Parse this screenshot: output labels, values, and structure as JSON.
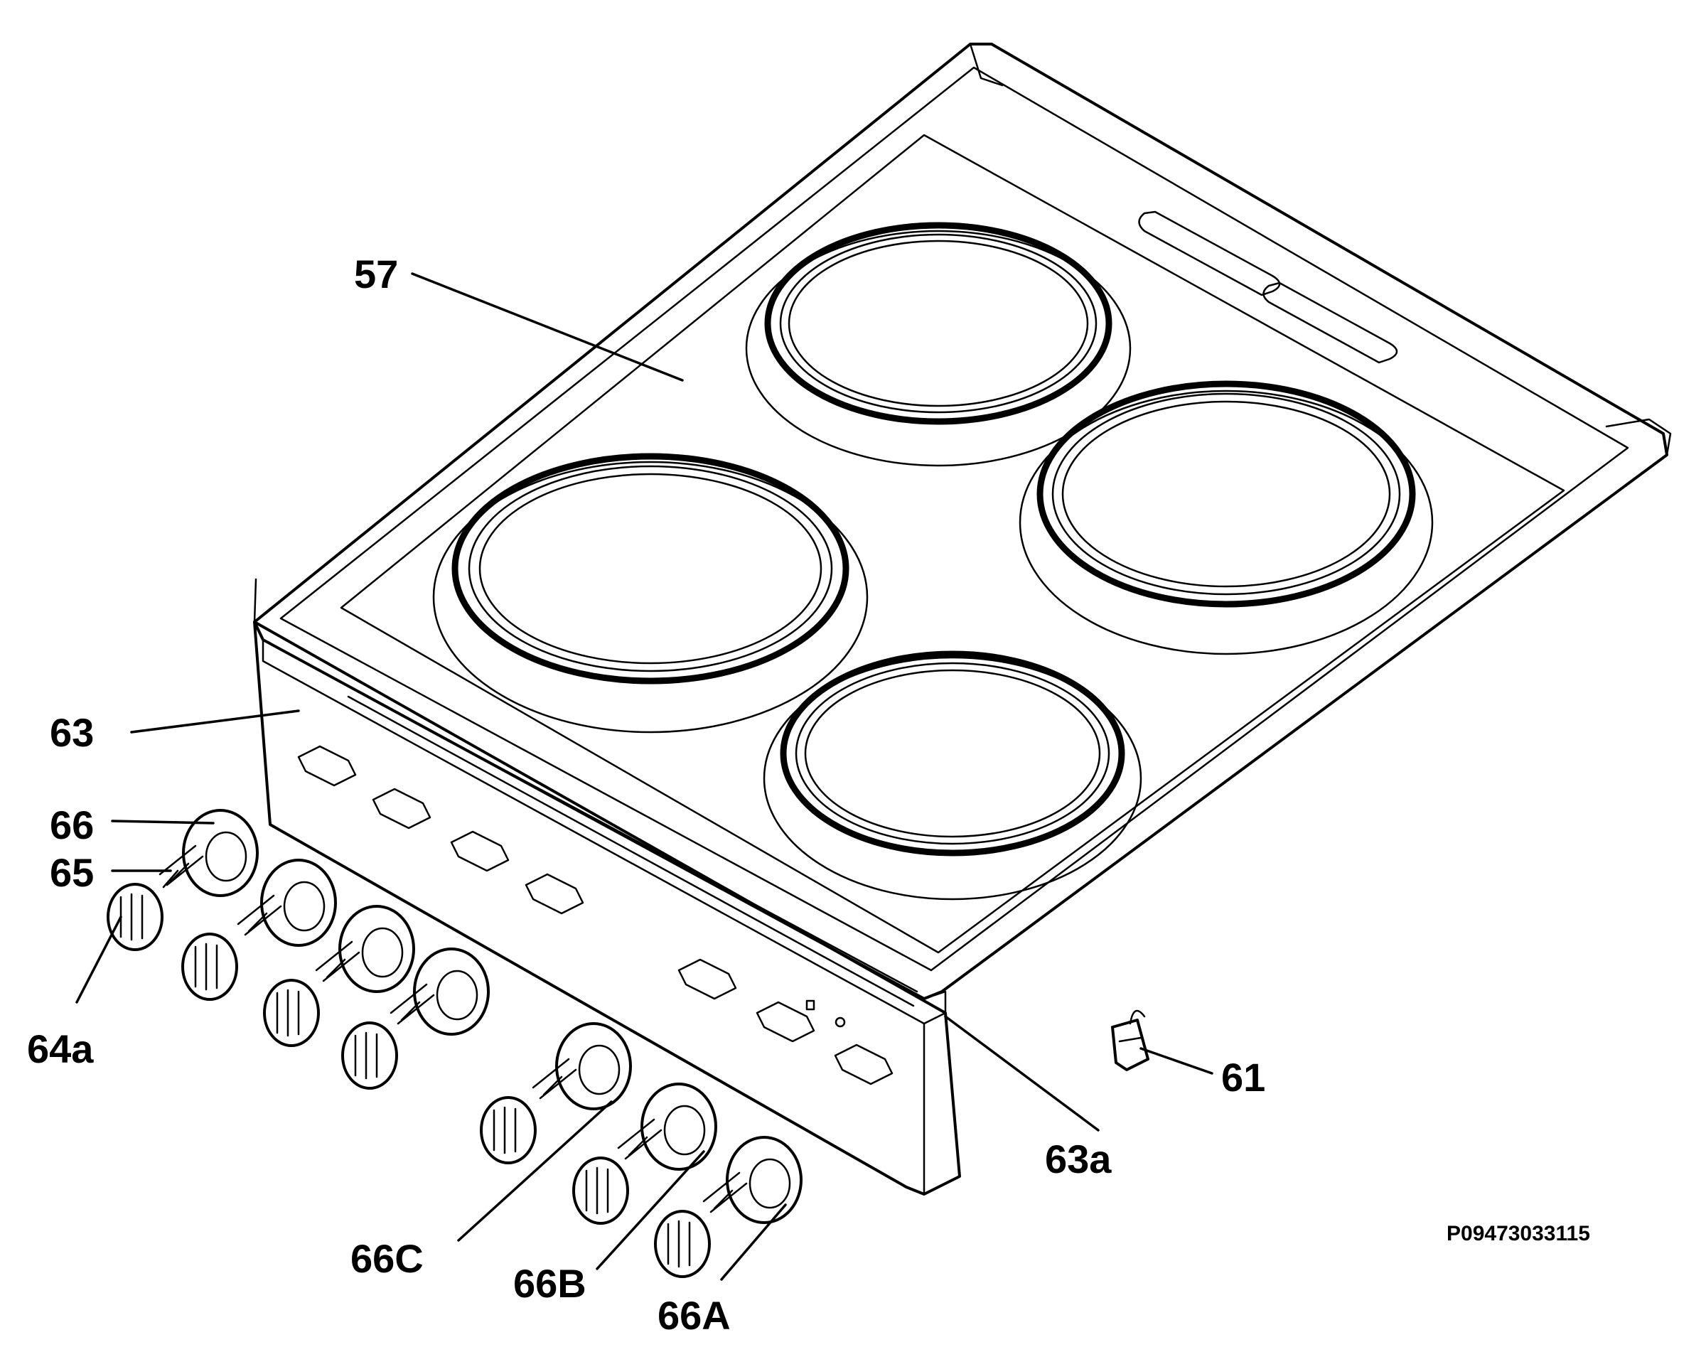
{
  "diagram": {
    "reference_code": "P09473033115",
    "labels": {
      "p57": "57",
      "p63": "63",
      "p66": "66",
      "p65": "65",
      "p64a": "64a",
      "p66C": "66C",
      "p66B": "66B",
      "p66A": "66A",
      "p63a": "63a",
      "p61": "61"
    }
  }
}
